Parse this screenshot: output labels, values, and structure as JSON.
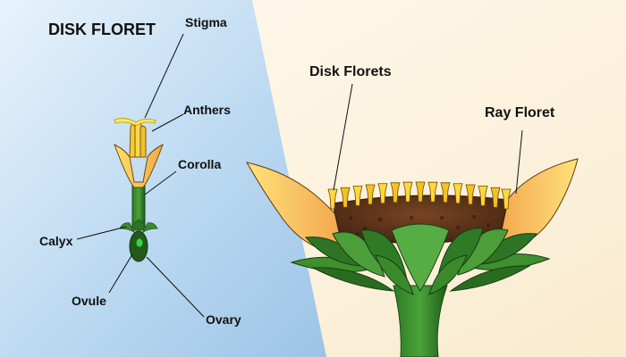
{
  "left_panel": {
    "title": "DISK FLORET",
    "labels": {
      "stigma": "Stigma",
      "anthers": "Anthers",
      "corolla": "Corolla",
      "calyx": "Calyx",
      "ovule": "Ovule",
      "ovary": "Ovary"
    }
  },
  "right_panel": {
    "labels": {
      "disk_florets": "Disk Florets",
      "ray_floret": "Ray Floret"
    }
  },
  "colors": {
    "left_background": "#b6d6f0",
    "right_background": "#fcf2df",
    "stem_green": "#2e7d24",
    "petal_yellow": "#f6d23a",
    "disk_brown": "#5b3318"
  }
}
